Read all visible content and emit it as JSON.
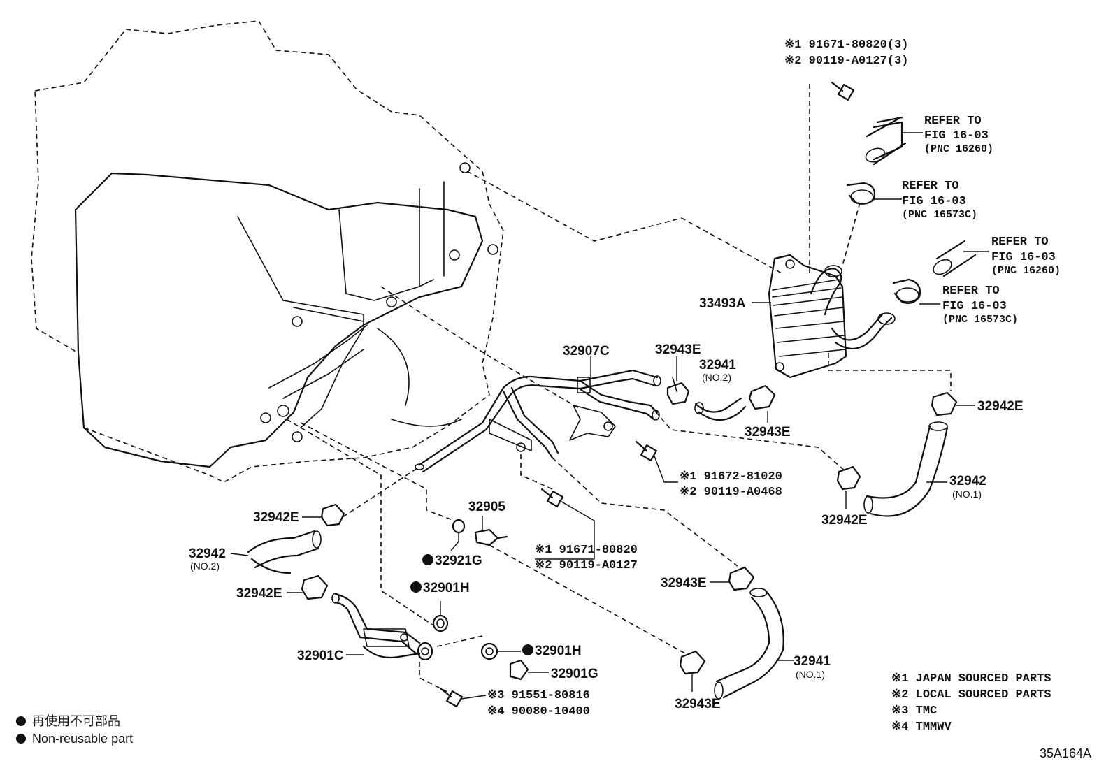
{
  "labels": {
    "l33493A": "33493A",
    "l32907C": "32907C",
    "l32943E_top": "32943E",
    "l32941_no2": "32941",
    "l32941_no2_sub": "(NO.2)",
    "l32943E_mid": "32943E",
    "l32942E_right": "32942E",
    "l32942_no1": "32942",
    "l32942_no1_sub": "(NO.1)",
    "l32942E_rightlow": "32942E",
    "l32942E_left": "32942E",
    "l32942_no2": "32942",
    "l32942_no2_sub": "(NO.2)",
    "l32942E_leftlow": "32942E",
    "l32905": "32905",
    "l32921G": "32921G",
    "l32901H_a": "32901H",
    "l32901H_b": "32901H",
    "l32901G": "32901G",
    "l32901C": "32901C",
    "l32943E_low1": "32943E",
    "l32941_no1": "32941",
    "l32941_no1_sub": "(NO.1)",
    "l32943E_low2": "32943E"
  },
  "bolts": {
    "top_1": "※1 91671-80820(3)",
    "top_2": "※2 90119-A0127(3)",
    "mid_1": "※1 91672-81020",
    "mid_2": "※2 90119-A0468",
    "low_1": "※1 91671-80820",
    "low_2": "※2 90119-A0127",
    "bot_3": "※3  91551-80816",
    "bot_4": "※4  90080-10400"
  },
  "refers": [
    {
      "l1": "REFER TO",
      "l2": "FIG 16-03",
      "l3": "(PNC 16260)"
    },
    {
      "l1": "REFER TO",
      "l2": "FIG 16-03",
      "l3": "(PNC 16573C)"
    },
    {
      "l1": "REFER TO",
      "l2": "FIG 16-03",
      "l3": "(PNC 16260)"
    },
    {
      "l1": "REFER TO",
      "l2": "FIG 16-03",
      "l3": "(PNC 16573C)"
    }
  ],
  "legend_right": [
    "※1 JAPAN SOURCED PARTS",
    "※2 LOCAL SOURCED PARTS",
    "※3 TMC",
    "※4 TMMWV"
  ],
  "legend_left": [
    "再使用不可部品",
    "Non-reusable part"
  ],
  "code": "35A164A"
}
